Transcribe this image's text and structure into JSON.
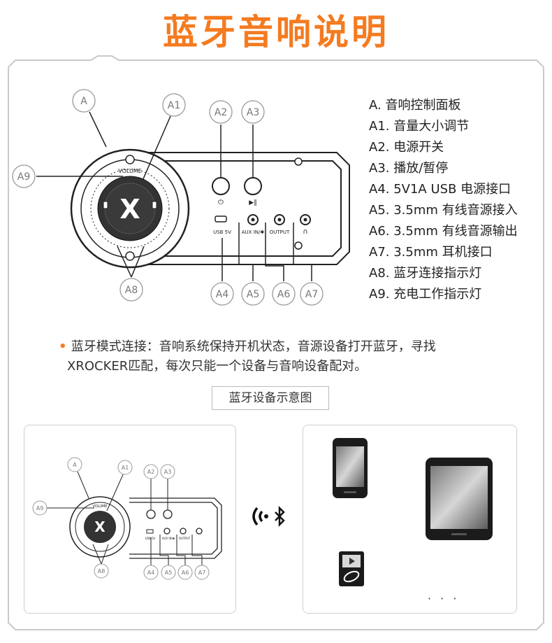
{
  "title": "蓝牙音响说明",
  "legend": [
    "A.  音响控制面板",
    "A1. 音量大小调节",
    "A2. 电源开关",
    "A3. 播放/暂停",
    "A4. 5V1A USB 电源接口",
    "A5. 3.5mm 有线音源接入",
    "A6. 3.5mm 有线音源输出",
    "A7. 3.5mm 耳机接口",
    "A8. 蓝牙连接指示灯",
    "A9. 充电工作指示灯"
  ],
  "callouts": {
    "a": "A",
    "a1": "A1",
    "a2": "A2",
    "a3": "A3",
    "a4": "A4",
    "a5": "A5",
    "a6": "A6",
    "a7": "A7",
    "a8": "A8",
    "a9": "A9"
  },
  "panel_labels": {
    "volume": "VOLUME",
    "usb": "USB 5V",
    "aux": "AUX IN/✱",
    "output": "OUTPUT"
  },
  "note": {
    "line1": "蓝牙模式连接：音响系统保持开机状态，音源设备打开蓝牙，寻找",
    "line2": "XROCKER匹配，每次只能一个设备与音响设备配对。"
  },
  "subtitle": "蓝牙设备示意图",
  "ellipsis": "· · ·",
  "colors": {
    "accent": "#f47b20",
    "line": "#222222",
    "circle": "#888888"
  }
}
